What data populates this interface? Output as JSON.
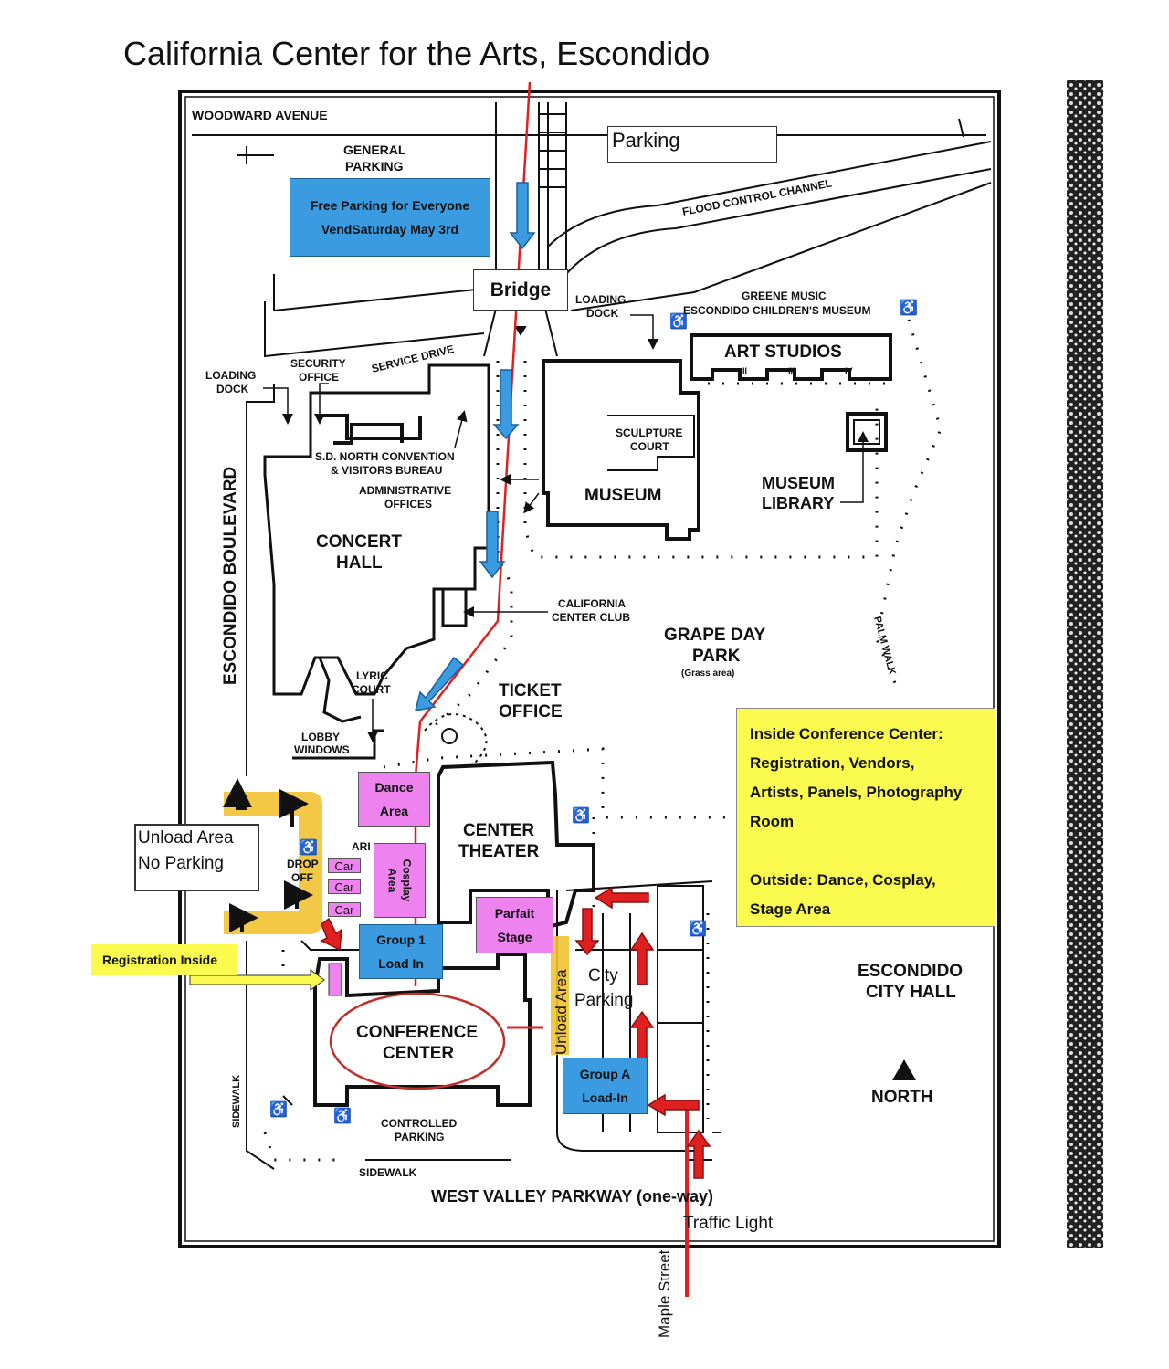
{
  "title": "California Center for the Arts, Escondido",
  "streets": {
    "woodward": "WOODWARD AVENUE",
    "escondido_blvd": "ESCONDIDO BOULEVARD",
    "west_valley": "WEST VALLEY PARKWAY (one-way)",
    "maple": "Maple Street",
    "flood_channel": "FLOOD CONTROL CHANNEL",
    "service_drive": "SERVICE DRIVE",
    "palm_walk": "PALM WALK",
    "sidewalk_left": "SIDEWALK",
    "sidewalk_bottom": "SIDEWALK"
  },
  "labels": {
    "general_parking": [
      "GENERAL",
      "PARKING"
    ],
    "parking": "Parking",
    "bridge": "Bridge",
    "loading_dock_top": [
      "LOADING",
      "DOCK"
    ],
    "loading_dock_left": [
      "LOADING",
      "DOCK"
    ],
    "security_office": [
      "SECURITY",
      "OFFICE"
    ],
    "greene_music": "GREENE MUSIC",
    "childrens_museum": "ESCONDIDO CHILDREN'S MUSEUM",
    "art_studios": "ART STUDIOS",
    "studio_numbers": [
      "II",
      "III",
      "IV"
    ],
    "sculpture_court": [
      "SCULPTURE",
      "COURT"
    ],
    "museum": "MUSEUM",
    "museum_library": [
      "MUSEUM",
      "LIBRARY"
    ],
    "sd_north": [
      "S.D. NORTH CONVENTION",
      "& VISITORS BUREAU"
    ],
    "admin_offices": [
      "ADMINISTRATIVE",
      "OFFICES"
    ],
    "concert_hall": [
      "CONCERT",
      "HALL"
    ],
    "california_club": [
      "CALIFORNIA",
      "CENTER CLUB"
    ],
    "grape_day": [
      "GRAPE DAY",
      "PARK"
    ],
    "grass_area": "(Grass area)",
    "lyric_court": [
      "LYRIC",
      "COURT"
    ],
    "ticket_office": [
      "TICKET",
      "OFFICE"
    ],
    "lobby_windows": [
      "LOBBY",
      "WINDOWS"
    ],
    "center_theater": [
      "CENTER",
      "THEATER"
    ],
    "conference_center": [
      "CONFERENCE",
      "CENTER"
    ],
    "controlled_parking": [
      "CONTROLLED",
      "PARKING"
    ],
    "escondido_city_hall": [
      "ESCONDIDO",
      "CITY HALL"
    ],
    "north": "NORTH",
    "drop_off": [
      "DROP",
      "OFF"
    ],
    "arts_fragment": "ARI",
    "city_parking": [
      "City",
      "Parking"
    ],
    "unload_area_vertical": "Unload Area",
    "traffic_light": "Traffic Light"
  },
  "overlays": {
    "free_parking": [
      "Free Parking for Everyone",
      "VendSaturday May 3rd"
    ],
    "dance_area": [
      "Dance",
      "Area"
    ],
    "cosplay_area": [
      "Cosplay",
      "Area"
    ],
    "parfait_stage": [
      "Parfait",
      "Stage"
    ],
    "group1": [
      "Group 1",
      "Load In"
    ],
    "groupA": [
      "Group A",
      "Load-In"
    ],
    "cars": [
      "Car",
      "Car",
      "Car"
    ],
    "unload_no_parking": [
      "Unload Area",
      "No Parking"
    ],
    "registration_inside": "Registration Inside",
    "info": [
      "Inside Conference Center:",
      "Registration, Vendors,",
      "Artists, Panels, Photography",
      "Room",
      "",
      "Outside: Dance, Cosplay,",
      "Stage Area"
    ]
  },
  "colors": {
    "blue": "#3a9be0",
    "pink": "#ee82ee",
    "yellow": "#fbfb4f",
    "highlight": "#f2c230",
    "route": "#e02020"
  }
}
